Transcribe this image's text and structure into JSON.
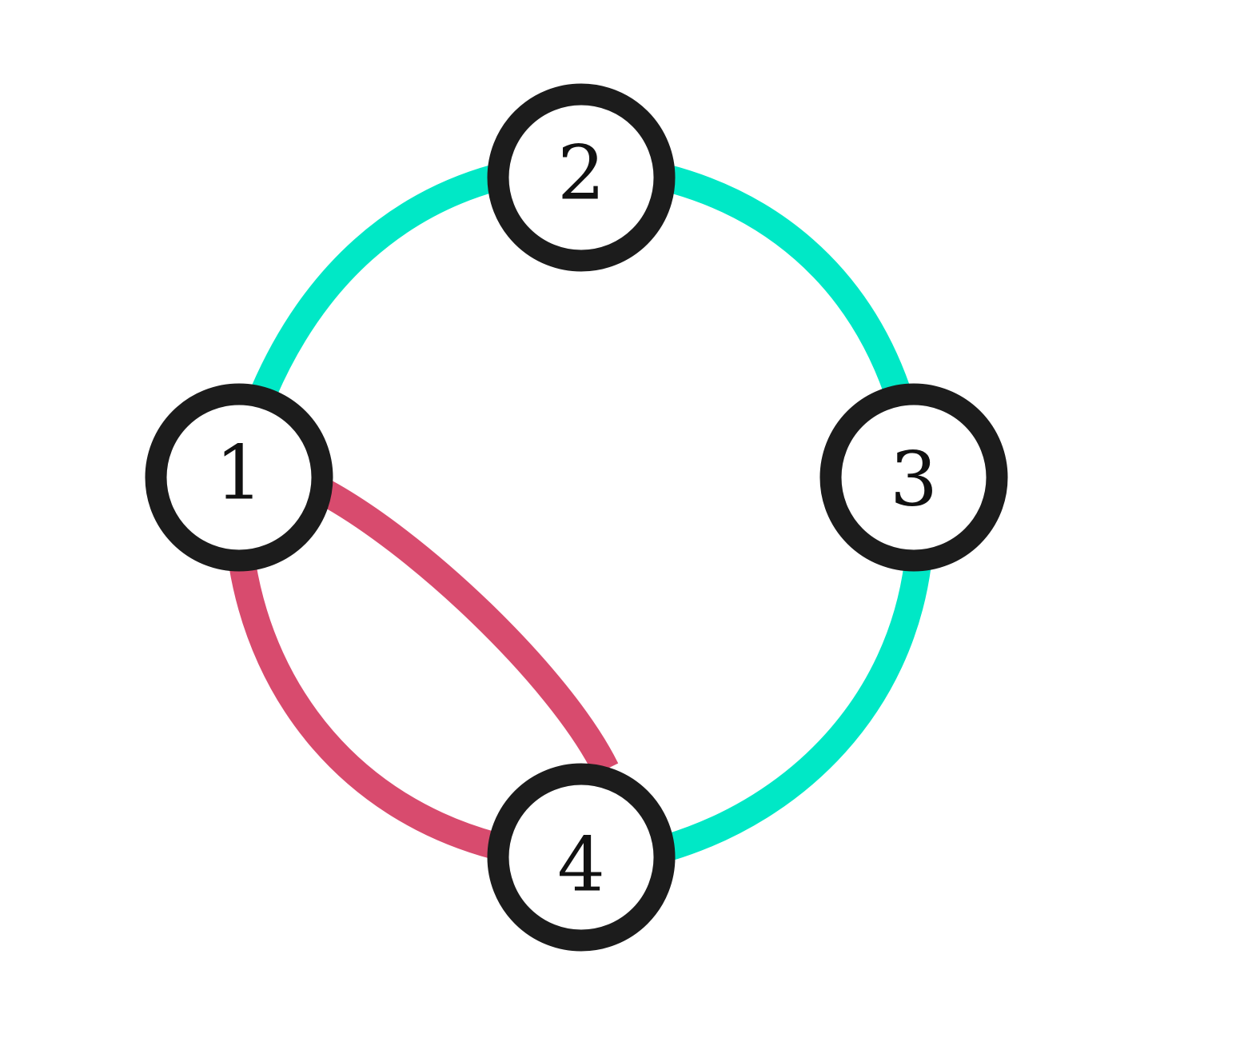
{
  "colors": {
    "edge_a": "#00e8c6",
    "edge_b": "#d84b6e",
    "node_border": "#1c1c1c",
    "node_fill": "#ffffff",
    "background": "#ffffff"
  },
  "graph": {
    "nodes": [
      {
        "id": "1",
        "label": "1"
      },
      {
        "id": "2",
        "label": "2"
      },
      {
        "id": "3",
        "label": "3"
      },
      {
        "id": "4",
        "label": "4"
      }
    ],
    "edges": [
      {
        "from": "1",
        "to": "2",
        "color": "edge_a"
      },
      {
        "from": "2",
        "to": "3",
        "color": "edge_a"
      },
      {
        "from": "3",
        "to": "4",
        "color": "edge_a"
      },
      {
        "from": "1",
        "to": "4",
        "color": "edge_b"
      },
      {
        "from": "1",
        "to": "4",
        "color": "edge_b"
      }
    ]
  }
}
